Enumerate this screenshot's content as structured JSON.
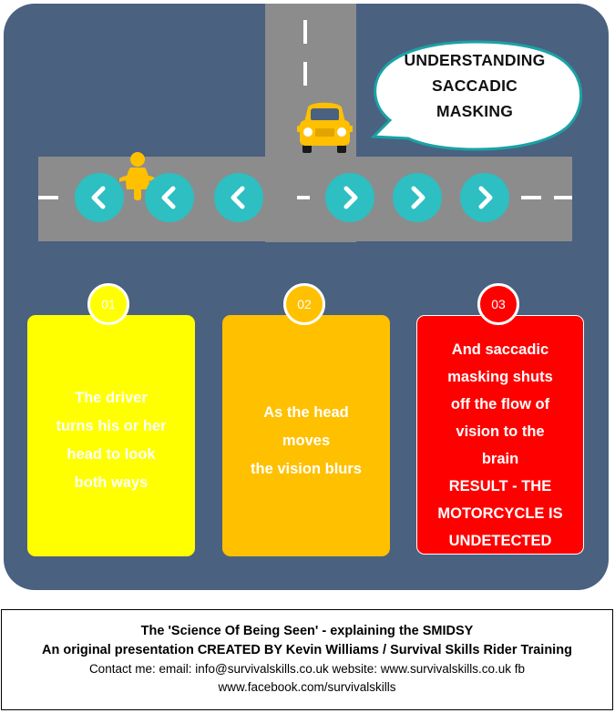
{
  "title_bubble": {
    "lines": [
      "UNDERSTANDING",
      "SACCADIC",
      "MASKING"
    ]
  },
  "icons": {
    "car": "car-icon",
    "motorcycle": "motorcycle-rider-icon",
    "left": "chevron-left-icon",
    "right": "chevron-right-icon"
  },
  "colors": {
    "background": "#4a6180",
    "road": "#8c8c8c",
    "chevron": "#2dbfc2",
    "card1": "#ffff00",
    "card2": "#ffc000",
    "card3": "#ff0000"
  },
  "steps": [
    {
      "number": "01",
      "text": [
        "The driver",
        "turns his or her",
        "head to look",
        "both ways"
      ]
    },
    {
      "number": "02",
      "text": [
        "As the head",
        "moves",
        "the vision blurs"
      ]
    },
    {
      "number": "03",
      "text": [
        "And saccadic",
        "masking shuts",
        "off the flow of",
        "vision to the",
        "brain",
        "RESULT - THE",
        "MOTORCYCLE IS",
        "UNDETECTED"
      ]
    }
  ],
  "footer": {
    "line1": "The 'Science Of Being Seen' - explaining the SMIDSY",
    "line2": "An original presentation CREATED BY Kevin Williams / Survival Skills Rider Training",
    "line3": "Contact me: email: info@survivalskills.co.uk website: www.survivalskills.co.uk fb",
    "line4": "www.facebook.com/survivalskills"
  }
}
